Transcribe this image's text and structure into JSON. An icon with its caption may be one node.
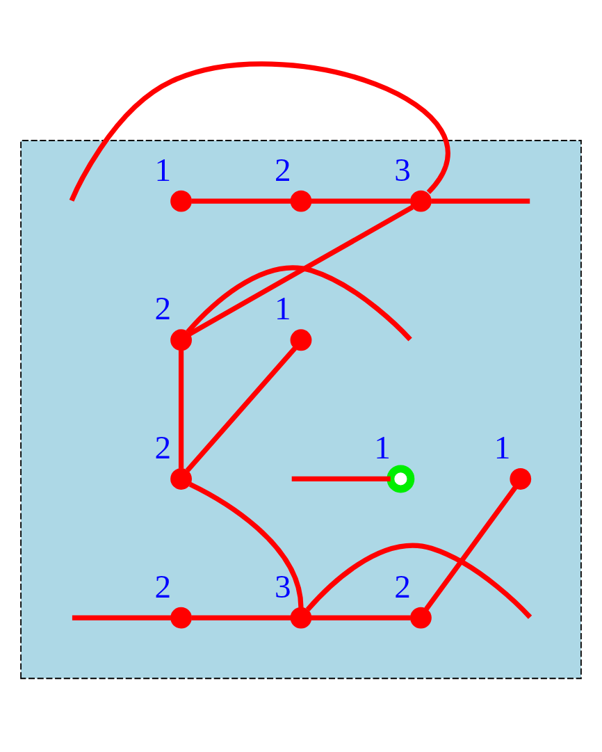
{
  "diagram": {
    "nodes": [
      {
        "text": [],
        "shape": "box"
      },
      {
        "text": [],
        "shape": "circle",
        "beside": [
          "1"
        ],
        "in": 0
      },
      {
        "text": [],
        "shape": "circle",
        "beside": [
          "2"
        ],
        "in": 0
      },
      {
        "text": [],
        "shape": "circle",
        "beside": [
          "3"
        ],
        "in": 0
      },
      {
        "text": [],
        "shape": "circle",
        "beside": [
          "1"
        ],
        "in": 0
      },
      {
        "text": [],
        "shape": "circle",
        "beside": [
          "2"
        ],
        "in": 0
      },
      {
        "text": [],
        "shape": "circle",
        "beside": [
          "1"
        ],
        "in": 0
      },
      {
        "text": [],
        "shape": "circle",
        "beside": [
          "2"
        ],
        "in": 0
      },
      {
        "text": [],
        "shape": "circle",
        "beside": [
          "1"
        ],
        "in": 0
      },
      {
        "text": [],
        "shape": "circle",
        "beside": [
          "2"
        ],
        "in": 0
      },
      {
        "text": [],
        "shape": "circle",
        "beside": [
          "3"
        ],
        "in": 0
      },
      {
        "text": [],
        "shape": "circle",
        "beside": [
          "2"
        ],
        "in": 0
      }
    ],
    "edges": [
      {
        "from": 1,
        "to": 2,
        "arrow": "none"
      },
      {
        "from": 2,
        "to": 3,
        "arrow": "none"
      },
      {
        "from": null,
        "to": 3,
        "arrow": "none"
      },
      {
        "from": 3,
        "to": null,
        "arrow": "none"
      },
      {
        "from": 3,
        "to": 5,
        "arrow": "none"
      },
      {
        "from": 5,
        "to": null,
        "arrow": "none"
      },
      {
        "from": 4,
        "to": 7,
        "arrow": "none"
      },
      {
        "from": 5,
        "to": 7,
        "arrow": "none"
      },
      {
        "from": null,
        "to": 6,
        "arrow": "none"
      },
      {
        "from": 7,
        "to": 10,
        "arrow": "none"
      },
      {
        "from": 8,
        "to": 11,
        "arrow": "none"
      },
      {
        "from": null,
        "to": 9,
        "arrow": "none"
      },
      {
        "from": 9,
        "to": 10,
        "arrow": "none"
      },
      {
        "from": 10,
        "to": 11,
        "arrow": "none"
      },
      {
        "from": 10,
        "to": null,
        "arrow": "none"
      }
    ]
  }
}
